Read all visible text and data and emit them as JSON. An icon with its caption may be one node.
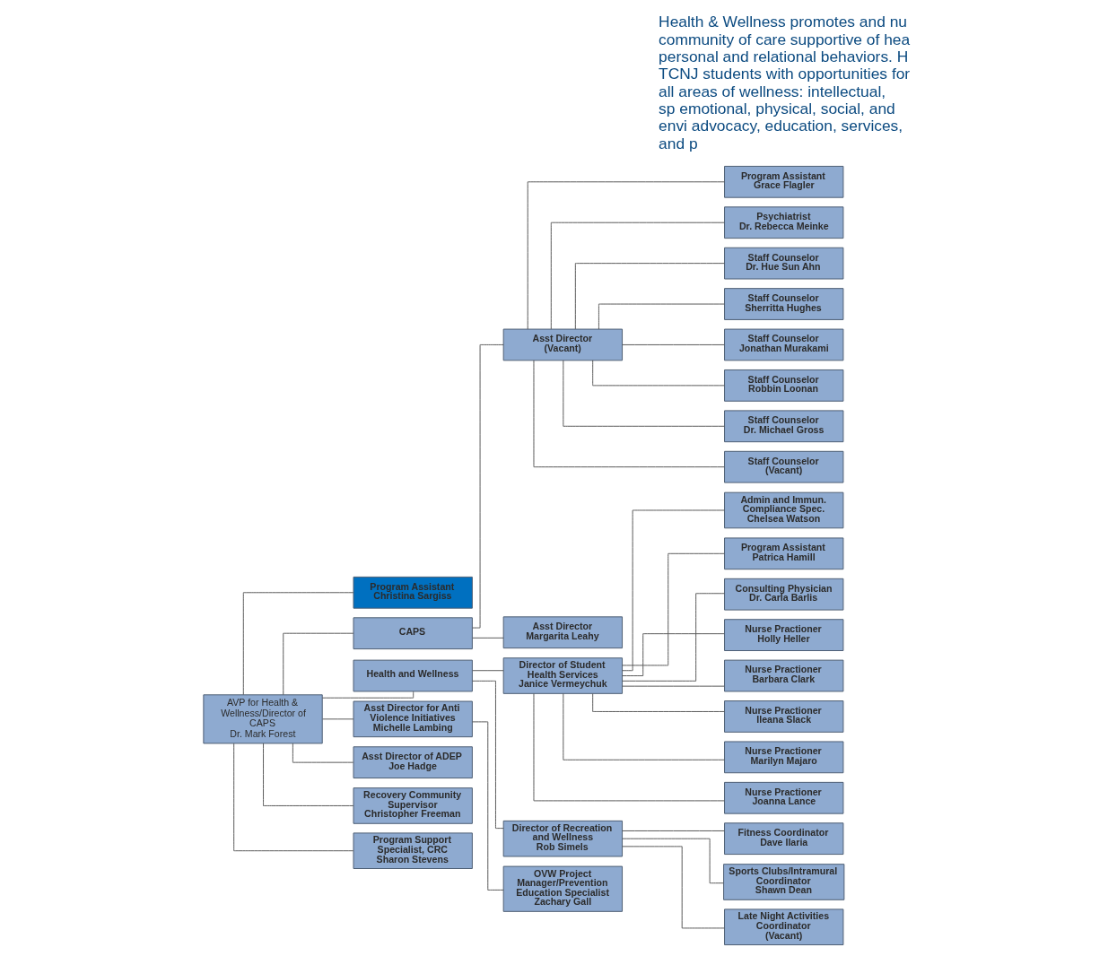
{
  "diagram": {
    "nodes": [
      {
        "text": [
          "AVP for Health & Wellness/Director of CAPS",
          "Dr. Mark Forest"
        ]
      },
      {
        "text": [
          "Program Assistant",
          "Christina Sargiss"
        ]
      },
      {
        "text": [
          "CAPS"
        ]
      },
      {
        "text": [
          "Health and Wellness"
        ]
      },
      {
        "text": [
          "Asst Director for Anti Violence Initiatives",
          "Michelle Lambing"
        ]
      },
      {
        "text": [
          "Asst Director of ADEP",
          "Joe Hadge"
        ]
      },
      {
        "text": [
          "Recovery Community Supervisor",
          "Christopher Freeman"
        ]
      },
      {
        "text": [
          "Program Support Specialist, CRC",
          "Sharon Stevens"
        ]
      },
      {
        "text": [
          "Asst Director",
          "(Vacant)"
        ]
      },
      {
        "text": [
          "Asst Director",
          "Margarita Leahy"
        ]
      },
      {
        "text": [
          "Director of Student Health Services",
          "Janice Vermeychuk"
        ]
      },
      {
        "text": [
          "Director of Recreation and Wellness",
          "Rob Simels"
        ]
      },
      {
        "text": [
          "OVW Project Manager/Prevention Education Specialist",
          "Zachary Gall"
        ]
      },
      {
        "text": [
          "Program Assistant",
          "Grace Flagler"
        ]
      },
      {
        "text": [
          "Psychiatrist",
          "Dr. Rebecca Meinke"
        ]
      },
      {
        "text": [
          "Staff Counselor",
          "Dr. Hue Sun Ahn"
        ]
      },
      {
        "text": [
          "Staff Counselor",
          "Sherritta Hughes"
        ]
      },
      {
        "text": [
          "Staff Counselor",
          "Jonathan Murakami"
        ]
      },
      {
        "text": [
          "Staff Counselor",
          "Robbin Loonan"
        ]
      },
      {
        "text": [
          "Staff Counselor",
          "Dr. Michael Gross"
        ]
      },
      {
        "text": [
          "Staff Counselor",
          "(Vacant)"
        ]
      },
      {
        "text": [
          "Admin and Immun. Compliance Spec.",
          "Chelsea Watson"
        ]
      },
      {
        "text": [
          "Program Assistant",
          "Patrica Hamill"
        ]
      },
      {
        "text": [
          "Consulting Physician",
          "Dr. Carla Barlis"
        ]
      },
      {
        "text": [
          "Nurse Practioner",
          "Holly Heller"
        ]
      },
      {
        "text": [
          "Nurse Practioner",
          "Barbara Clark"
        ]
      },
      {
        "text": [
          "Nurse Practioner",
          "Ileana Slack"
        ]
      },
      {
        "text": [
          "Nurse Practioner",
          "Marilyn Majaro"
        ]
      },
      {
        "text": [
          "Nurse Practioner",
          "Joanna Lance"
        ]
      },
      {
        "text": [
          "Fitness Coordinator",
          "Dave Ilaria"
        ]
      },
      {
        "text": [
          "Sports Clubs/Intramural Coordinator",
          "Shawn Dean"
        ]
      },
      {
        "text": [
          "Late Night Activities Coordinator",
          "(Vacant)"
        ]
      }
    ],
    "edges": [
      {
        "from": 0,
        "to": 1,
        "arrow": "none"
      },
      {
        "from": 0,
        "to": 2,
        "arrow": "none"
      },
      {
        "from": 0,
        "to": 3,
        "arrow": "none"
      },
      {
        "from": 0,
        "to": 4,
        "arrow": "none"
      },
      {
        "from": 0,
        "to": 5,
        "arrow": "none"
      },
      {
        "from": 0,
        "to": 6,
        "arrow": "none"
      },
      {
        "from": 0,
        "to": 7,
        "arrow": "none"
      },
      {
        "from": 2,
        "to": 8,
        "arrow": "none"
      },
      {
        "from": 2,
        "to": 9,
        "arrow": "none"
      },
      {
        "from": 3,
        "to": 10,
        "arrow": "none"
      },
      {
        "from": 3,
        "to": 11,
        "arrow": "none"
      },
      {
        "from": 4,
        "to": 12,
        "arrow": "none"
      },
      {
        "from": 8,
        "to": 13,
        "arrow": "none"
      },
      {
        "from": 8,
        "to": 14,
        "arrow": "none"
      },
      {
        "from": 8,
        "to": 15,
        "arrow": "none"
      },
      {
        "from": 8,
        "to": 16,
        "arrow": "none"
      },
      {
        "from": 8,
        "to": 17,
        "arrow": "none"
      },
      {
        "from": 8,
        "to": 18,
        "arrow": "none"
      },
      {
        "from": 8,
        "to": 19,
        "arrow": "none"
      },
      {
        "from": 8,
        "to": 20,
        "arrow": "none"
      },
      {
        "from": 10,
        "to": 21,
        "arrow": "none"
      },
      {
        "from": 10,
        "to": 22,
        "arrow": "none"
      },
      {
        "from": 10,
        "to": 23,
        "arrow": "none"
      },
      {
        "from": 10,
        "to": 24,
        "arrow": "none"
      },
      {
        "from": 10,
        "to": 25,
        "arrow": "none"
      },
      {
        "from": 10,
        "to": 26,
        "arrow": "none"
      },
      {
        "from": 10,
        "to": 27,
        "arrow": "none"
      },
      {
        "from": 10,
        "to": 28,
        "arrow": "none"
      },
      {
        "from": 11,
        "to": 29,
        "arrow": "none"
      },
      {
        "from": 11,
        "to": 30,
        "arrow": "none"
      },
      {
        "from": 11,
        "to": 31,
        "arrow": "none"
      }
    ],
    "labels": [
      "Health & Wellness promotes and nu community of care supportive of hea personal and relational behaviors. H TCNJ students with opportunities for all areas of wellness: intellectual, sp emotional, physical, social, and envi advocacy, education, services, and p"
    ]
  }
}
